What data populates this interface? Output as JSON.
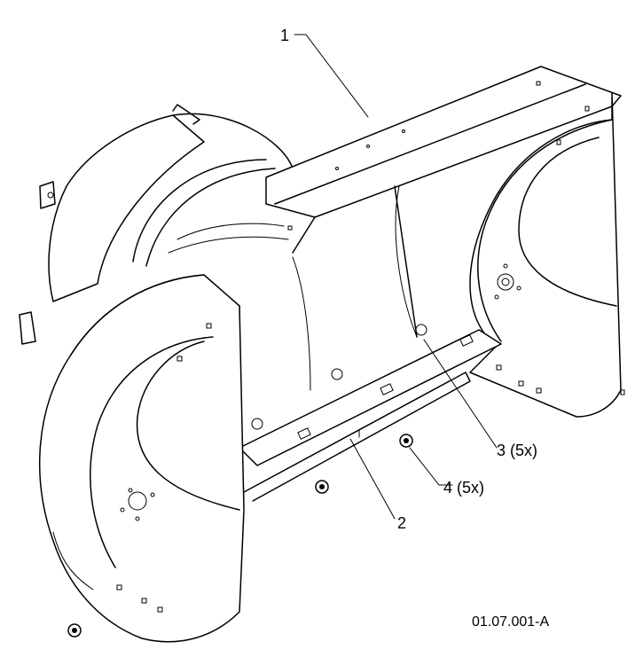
{
  "callouts": [
    {
      "id": "1",
      "text": "1"
    },
    {
      "id": "2",
      "text": "2"
    },
    {
      "id": "3",
      "text": "3 (5x)"
    },
    {
      "id": "4",
      "text": "4 (5x)"
    }
  ],
  "document_id": "01.07.001-A"
}
